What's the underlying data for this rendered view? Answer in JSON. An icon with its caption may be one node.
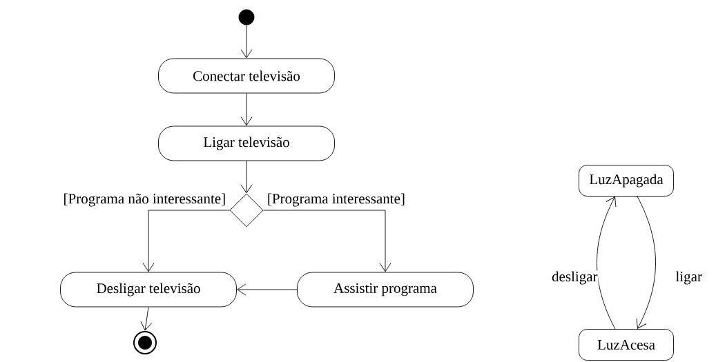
{
  "diagram": {
    "nodes": [
      {
        "text": [],
        "shape": "circle"
      },
      {
        "text": [
          "Conectar televisão"
        ]
      },
      {
        "text": [
          "Ligar televisão"
        ]
      },
      {
        "text": [],
        "shape": "diamond"
      },
      {
        "text": [
          "Desligar televisão"
        ]
      },
      {
        "text": [
          "Assistir programa"
        ]
      },
      {
        "text": [],
        "shape": "bullseye"
      },
      {
        "text": [
          "LuzApagada"
        ]
      },
      {
        "text": [
          "LuzAcesa"
        ]
      }
    ],
    "edges": [
      {
        "from": 0,
        "to": 1,
        "arrow": "to"
      },
      {
        "from": 1,
        "to": 2,
        "arrow": "to"
      },
      {
        "from": 2,
        "to": 3,
        "arrow": "to"
      },
      {
        "from": 3,
        "to": 4,
        "arrow": "to",
        "label": "[Programa não interessante]"
      },
      {
        "from": 3,
        "to": 5,
        "arrow": "to",
        "label": "[Programa interessante]"
      },
      {
        "from": 5,
        "to": 4,
        "arrow": "to"
      },
      {
        "from": 4,
        "to": 6,
        "arrow": "to"
      },
      {
        "from": 7,
        "to": 8,
        "arrow": "to",
        "label": "ligar"
      },
      {
        "from": 8,
        "to": 7,
        "arrow": "to",
        "label": "desligar"
      }
    ]
  }
}
